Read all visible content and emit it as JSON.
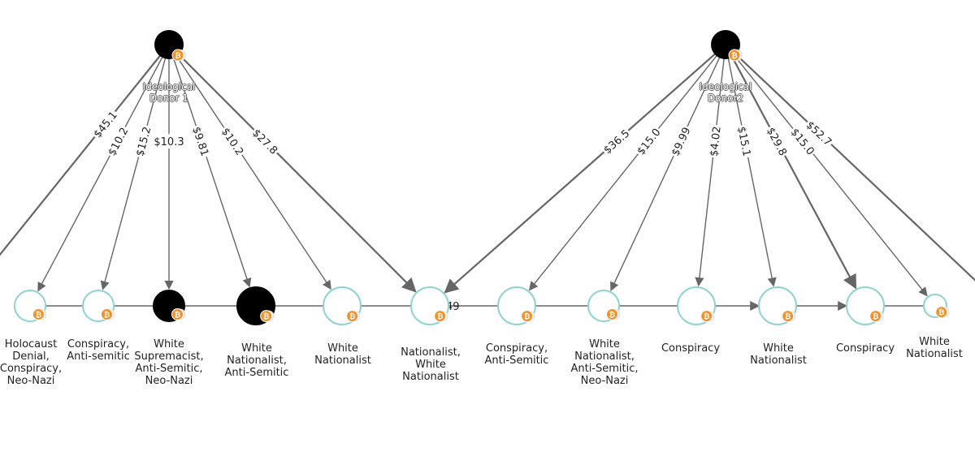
{
  "donors": [
    {
      "label": "Ideological\nDonor 1"
    },
    {
      "label": "Ideological\nDonor2"
    }
  ],
  "recipients": [
    {
      "label": "Holocaust\nDenial,\nConspiracy,\nNeo-Nazi",
      "filled": false
    },
    {
      "label": "Conspiracy,\nAnti-semitic",
      "filled": false
    },
    {
      "label": "White\nSupremacist,\nAnti-Semitic,\nNeo-Nazi",
      "filled": true
    },
    {
      "label": "White\nNationalist,\nAnti-Semitic",
      "filled": true
    },
    {
      "label": "White\nNationalist",
      "filled": false
    },
    {
      "label": "Nationalist,\nWhite\nNationalist",
      "filled": false
    },
    {
      "label": "Conspiracy,\nAnti-Semitic",
      "filled": false
    },
    {
      "label": "White\nNationalist,\nAnti-Semitic,\nNeo-Nazi",
      "filled": false
    },
    {
      "label": "Conspiracy",
      "filled": false
    },
    {
      "label": "White\nNationalist",
      "filled": false
    },
    {
      "label": "Conspiracy",
      "filled": false
    },
    {
      "label": "White\nNationalist",
      "filled": false
    }
  ],
  "donor1_edges": [
    "$45.1",
    "$10.2",
    "$15.2",
    "$10.3",
    "$9.81",
    "$10.2",
    "$27.8"
  ],
  "donor2_edges": [
    "$36.5",
    "$15.0",
    "$9.99",
    "$4.02",
    "$15.1",
    "$29.8",
    "$15.0",
    "$52.7"
  ],
  "partial_edge_label": "49",
  "colors": {
    "node_outline": "#8fd3d0",
    "edge": "#666666",
    "badge": "#f0922b",
    "filled": "#000000"
  },
  "icons": {
    "badge": "bitcoin-badge-icon"
  }
}
